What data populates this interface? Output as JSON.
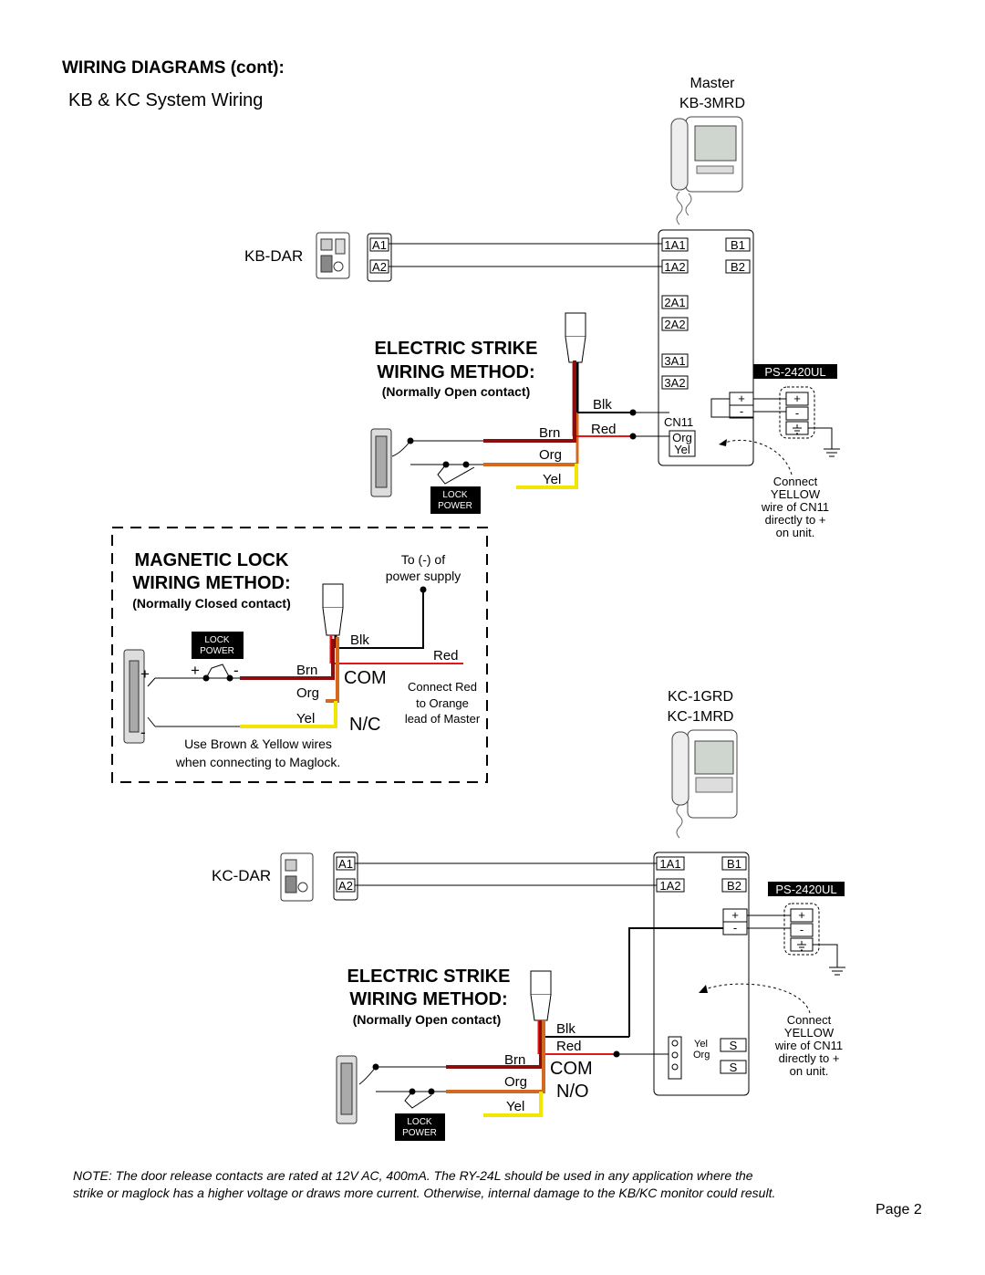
{
  "header": {
    "title": "WIRING DIAGRAMS (cont):",
    "subtitle": "KB & KC System Wiring"
  },
  "kb_master": {
    "label_line1": "Master",
    "label_line2": "KB-3MRD",
    "terminals": [
      "1A1",
      "1A2",
      "2A1",
      "2A2",
      "3A1",
      "3A2"
    ],
    "b_terminals": [
      "B1",
      "B2"
    ],
    "cn11": "CN11",
    "cn11_pins": [
      "Org",
      "Yel"
    ],
    "pm_plus": "+",
    "pm_minus": "-"
  },
  "kb_door": {
    "label": "KB-DAR",
    "terminals": [
      "A1",
      "A2"
    ]
  },
  "ps_top": {
    "label": "PS-2420UL",
    "plus": "+",
    "minus": "-"
  },
  "strike1": {
    "title1": "ELECTRIC STRIKE",
    "title2": "WIRING METHOD:",
    "subtitle": "(Normally Open contact)",
    "wires": {
      "blk": "Blk",
      "red": "Red",
      "brn": "Brn",
      "org": "Org",
      "yel": "Yel"
    },
    "lock_power": [
      "LOCK",
      "POWER"
    ]
  },
  "connect_note_top": [
    "Connect",
    "YELLOW",
    "wire of CN11",
    "directly to +",
    "on unit."
  ],
  "maglock": {
    "title1": "MAGNETIC LOCK",
    "title2": "WIRING METHOD:",
    "subtitle": "(Normally Closed contact)",
    "lock_power": [
      "LOCK",
      "POWER"
    ],
    "plus1": "+",
    "plus2": "+",
    "minus1": "-",
    "minus2": "-",
    "to_supply": [
      "To (-) of",
      "power supply"
    ],
    "wires": {
      "blk": "Blk",
      "red": "Red",
      "brn": "Brn",
      "org": "Org",
      "yel": "Yel"
    },
    "com": "COM",
    "nc": "N/C",
    "connect_red": [
      "Connect Red",
      "to Orange",
      "lead of Master"
    ],
    "use_note": [
      "Use Brown & Yellow wires",
      "when connecting to Maglock."
    ]
  },
  "kc_master": {
    "label_line1": "KC-1GRD",
    "label_line2": "KC-1MRD",
    "terminals": [
      "1A1",
      "1A2"
    ],
    "b_terminals": [
      "B1",
      "B2"
    ],
    "s_terminals": [
      "S",
      "S"
    ],
    "pins": [
      "Yel",
      "Org"
    ],
    "pm_plus": "+",
    "pm_minus": "-"
  },
  "kc_door": {
    "label": "KC-DAR",
    "terminals": [
      "A1",
      "A2"
    ]
  },
  "ps_bottom": {
    "label": "PS-2420UL",
    "plus": "+",
    "minus": "-"
  },
  "strike2": {
    "title1": "ELECTRIC STRIKE",
    "title2": "WIRING METHOD:",
    "subtitle": "(Normally Open contact)",
    "wires": {
      "blk": "Blk",
      "red": "Red",
      "brn": "Brn",
      "org": "Org",
      "yel": "Yel"
    },
    "com": "COM",
    "no": "N/O",
    "lock_power": [
      "LOCK",
      "POWER"
    ]
  },
  "connect_note_bottom": [
    "Connect",
    "YELLOW",
    "wire of CN11",
    "directly to +",
    "on unit."
  ],
  "footer": {
    "note_line1": "NOTE: The door release contacts are rated at 12V AC, 400mA.  The RY-24L should be used in any application where the",
    "note_line2": "strike or maglock has a higher voltage or draws more current. Otherwise, internal damage to the KB/KC monitor could result.",
    "page": "Page 2"
  },
  "colors": {
    "red": "#e8141b",
    "brown": "#8b0d0d",
    "orange": "#d2691e",
    "yellow": "#f2e600",
    "black": "#000000"
  }
}
